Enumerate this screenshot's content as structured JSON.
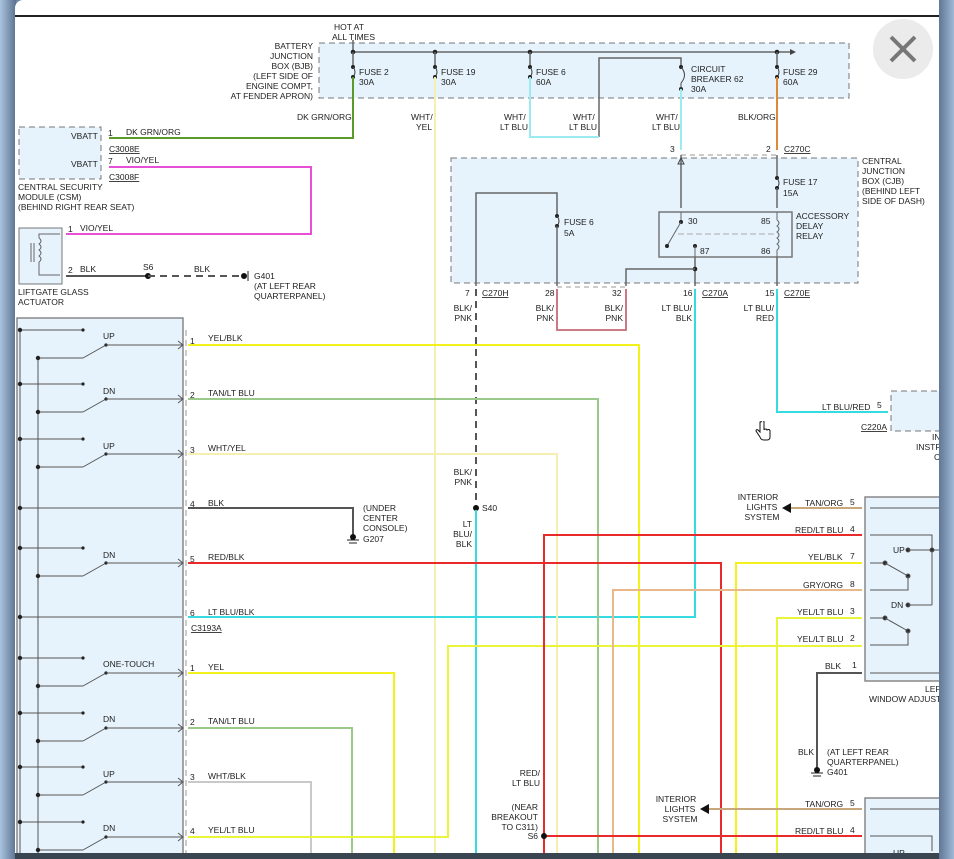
{
  "ui": {
    "close_button_label": "close",
    "close_icon": "close-x-icon",
    "cursor_icon": "hand-pointer-icon"
  },
  "colors": {
    "box_fill": "#e6f3fc",
    "dk_grn_org": "#5a9a2a",
    "vio_yel": "#e84fd8",
    "yel": "#f3f01a",
    "wht_yel": "#f6f0b0",
    "wht_lt_blu": "#9ceaf2",
    "blk_org": "#d98a3a",
    "lt_blu": "#35dbe0",
    "red": "#e82a2a",
    "tan": "#c8a87a",
    "wht_blk": "#c9c9c9",
    "blk_pnk": "#c86a78",
    "blk": "#555555",
    "yel_lt_blu": "#eaf53a",
    "gry_org": "#e8b88a"
  },
  "bjb": {
    "hot_label": [
      "HOT AT",
      "ALL TIMES"
    ],
    "name": [
      "BATTERY",
      "JUNCTION",
      "BOX (BJB)",
      "(LEFT SIDE OF",
      "ENGINE COMPT,",
      "AT FENDER APRON)"
    ],
    "fuses": [
      {
        "name": "FUSE 2",
        "rating": "30A",
        "wire": [
          "DK GRN/ORG"
        ]
      },
      {
        "name": "FUSE 19",
        "rating": "30A",
        "wire": [
          "WHT/",
          "YEL"
        ]
      },
      {
        "name": "FUSE 6",
        "rating": "60A",
        "wire": [
          "WHT/",
          "LT BLU"
        ]
      },
      {
        "name": "CIRCUIT",
        "name2": "BREAKER 62",
        "rating": "30A",
        "wire": [
          "WHT/",
          "LT BLU"
        ],
        "wire_alt": [
          "WHT/",
          "LT BLU"
        ]
      },
      {
        "name": "FUSE 29",
        "rating": "60A",
        "wire": [
          "BLK/ORG"
        ]
      }
    ]
  },
  "csm": {
    "pins": [
      {
        "label": "VBATT",
        "num": "1",
        "wire": "DK GRN/ORG",
        "connector": "C3008E"
      },
      {
        "label": "VBATT",
        "num": "7",
        "wire": "VIO/YEL",
        "connector": "C3008F"
      }
    ],
    "name": [
      "CENTRAL SECURITY",
      "MODULE (CSM)",
      "(BEHIND RIGHT REAR SEAT)"
    ]
  },
  "actuator": {
    "pins": [
      {
        "num": "1",
        "wire": "VIO/YEL"
      },
      {
        "num": "2",
        "wire": "BLK"
      }
    ],
    "splice": "S6",
    "wire2": "BLK",
    "ground": "G401",
    "ground_loc": [
      "(AT LEFT REAR",
      "QUARTERPANEL)"
    ],
    "name": [
      "LIFTGATE GLASS",
      "ACTUATOR"
    ]
  },
  "cjb": {
    "name": [
      "CENTRAL",
      "JUNCTION",
      "BOX (CJB)",
      "(BEHIND LEFT",
      "SIDE OF DASH)"
    ],
    "top_pins": [
      {
        "num": "3"
      },
      {
        "num": "2",
        "connector": "C270C"
      }
    ],
    "fuse17": {
      "name": "FUSE 17",
      "rating": "15A"
    },
    "fuse6": {
      "name": "FUSE 6",
      "rating": "5A"
    },
    "relay": {
      "name": [
        "ACCESSORY",
        "DELAY",
        "RELAY"
      ],
      "pins": [
        "30",
        "85",
        "87",
        "86"
      ]
    },
    "bottom_pins": [
      {
        "num": "7",
        "connector": "C270H",
        "wire": [
          "BLK/",
          "PNK"
        ]
      },
      {
        "num": "28",
        "wire": [
          "BLK/",
          "PNK"
        ]
      },
      {
        "num": "32",
        "wire": [
          "BLK/",
          "PNK"
        ]
      },
      {
        "num": "16",
        "connector": "C270A",
        "wire": [
          "LT BLU/",
          "BLK"
        ]
      },
      {
        "num": "15",
        "connector": "C270E",
        "wire": [
          "LT BLU/",
          "RED"
        ]
      }
    ]
  },
  "ipc": {
    "pin": "5",
    "wire": "LT BLU/RED",
    "connector": "C220A",
    "name_partial": [
      "IN",
      "INSTR",
      "C"
    ]
  },
  "splice_s40": {
    "label": "S40",
    "upper_wire": [
      "BLK/",
      "PNK"
    ],
    "lower_wire": [
      "LT",
      "BLU/",
      "BLK"
    ]
  },
  "ground_g207": {
    "label": "G207",
    "loc": [
      "(UNDER",
      "CENTER",
      "CONSOLE)"
    ]
  },
  "master_switch": {
    "connector_a": "C3193A",
    "upper_pins": [
      {
        "num": "1",
        "label": "UP",
        "wire": "YEL/BLK"
      },
      {
        "num": "2",
        "label": "DN",
        "wire": "TAN/LT BLU"
      },
      {
        "num": "3",
        "label": "UP",
        "wire": "WHT/YEL"
      },
      {
        "num": "4",
        "label": "",
        "wire": "BLK"
      },
      {
        "num": "5",
        "label": "DN",
        "wire": "RED/BLK"
      },
      {
        "num": "6",
        "label": "",
        "wire": "LT BLU/BLK"
      }
    ],
    "lower_pins": [
      {
        "num": "1",
        "label": "ONE-TOUCH",
        "wire": "YEL"
      },
      {
        "num": "2",
        "label": "DN",
        "wire": "TAN/LT BLU"
      },
      {
        "num": "3",
        "label": "UP",
        "wire": "WHT/BLK"
      },
      {
        "num": "4",
        "label": "DN",
        "wire": "YEL/LT BLU"
      }
    ]
  },
  "rear_switch": {
    "interior_lights": [
      "INTERIOR",
      "LIGHTS",
      "SYSTEM"
    ],
    "pins": [
      {
        "num": "5",
        "wire": "TAN/ORG"
      },
      {
        "num": "4",
        "wire": "RED/LT BLU"
      },
      {
        "num": "7",
        "wire": "YEL/BLK"
      },
      {
        "num": "8",
        "wire": "GRY/ORG"
      },
      {
        "num": "3",
        "wire": "YEL/LT BLU"
      },
      {
        "num": "2",
        "wire": "YEL/LT BLU"
      },
      {
        "num": "1",
        "wire": "BLK"
      }
    ],
    "up_label": "UP",
    "dn_label": "DN",
    "name_partial": [
      "LEF",
      "WINDOW ADJUST"
    ],
    "ground": {
      "wire": "BLK",
      "label": "G401",
      "loc": [
        "(AT LEFT REAR",
        "QUARTERPANEL)"
      ]
    }
  },
  "lower_right": {
    "interior_lights": [
      "INTERIOR",
      "LIGHTS",
      "SYSTEM"
    ],
    "pins": [
      {
        "num": "5",
        "wire": "TAN/ORG"
      },
      {
        "num": "4",
        "wire": "RED/LT BLU"
      }
    ],
    "up_label": "UP"
  },
  "splice_s6_lower": {
    "label": "S6",
    "wire": [
      "RED/",
      "LT BLU"
    ],
    "loc": [
      "(NEAR",
      "BREAKOUT",
      "TO C311)"
    ]
  }
}
